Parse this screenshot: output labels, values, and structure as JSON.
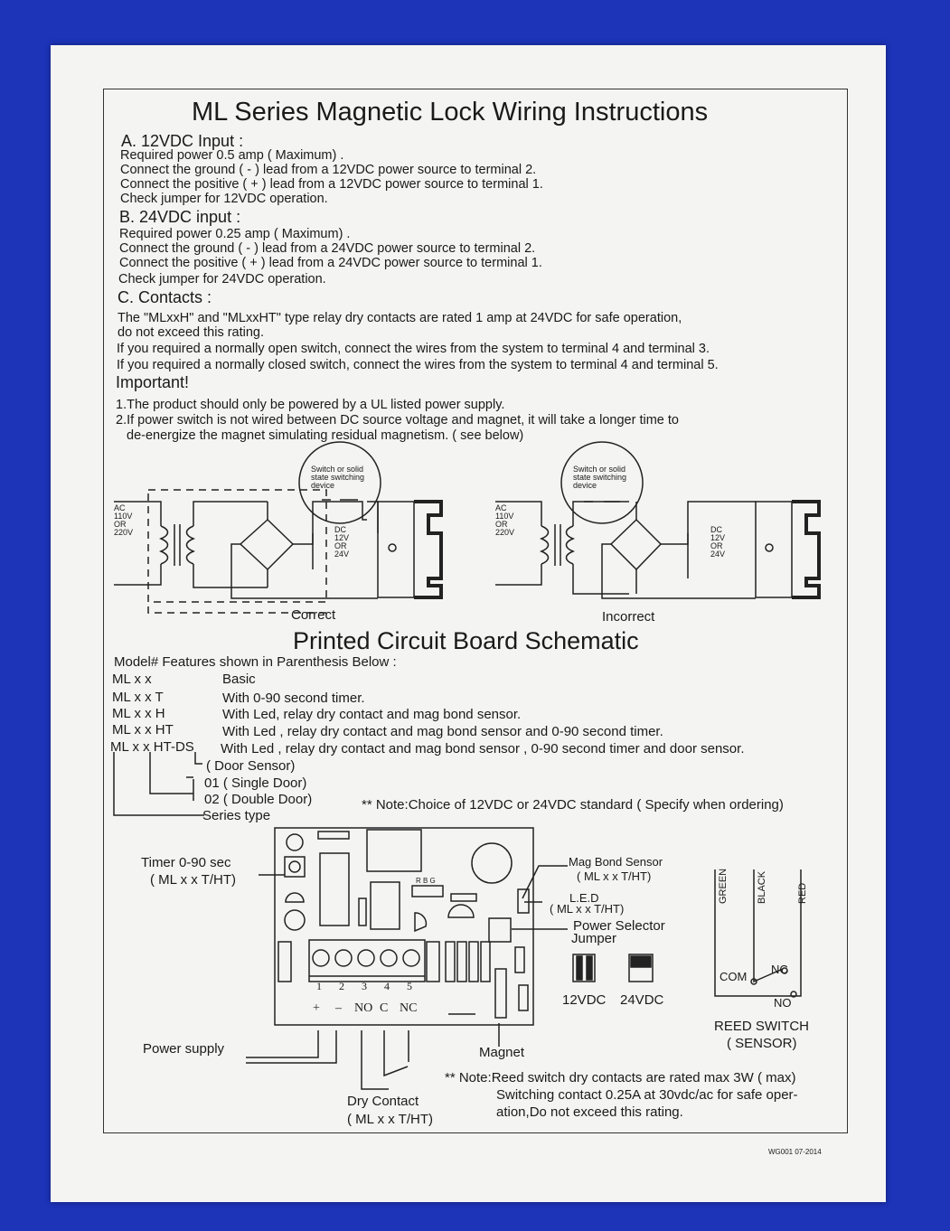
{
  "title": "ML Series Magnetic Lock Wiring Instructions",
  "sections": {
    "a": {
      "heading": "A. 12VDC Input :",
      "lines": [
        "Required power 0.5 amp ( Maximum) .",
        "Connect the ground ( - ) lead from a 12VDC power source to terminal 2.",
        "Connect the positive ( + ) lead from a 12VDC power source to terminal 1.",
        "Check jumper for 12VDC operation."
      ]
    },
    "b": {
      "heading": "B. 24VDC input :",
      "lines": [
        "Required power 0.25 amp ( Maximum) .",
        "Connect the ground ( - ) lead from a 24VDC power source to terminal 2.",
        "Connect the positive ( + ) lead from a 24VDC power source to terminal 1.",
        "Check jumper for 24VDC operation."
      ]
    },
    "c": {
      "heading": "C. Contacts :",
      "lines": [
        "The \"MLxxH\" and \"MLxxHT\" type relay dry contacts are rated 1 amp at 24VDC for safe operation,",
        "do not exceed this rating.",
        "If you required a normally open switch, connect the wires from the system to terminal 4 and terminal 3.",
        "If you required a normally closed switch, connect the wires from the system to terminal 4 and terminal 5."
      ]
    },
    "important": {
      "heading": "Important!",
      "lines": [
        "1.The product should only be powered by a UL listed power supply.",
        "2.If power switch is not wired between DC source voltage and magnet, it will take a longer time to",
        "de-energize the magnet simulating residual magnetism. ( see below)"
      ]
    }
  },
  "circuits": {
    "switch_label": [
      "Switch or solid",
      "state switching",
      "device"
    ],
    "ac_label": [
      "AC",
      "110V",
      "OR",
      "220V"
    ],
    "dc_label": [
      "DC",
      "12V",
      "OR",
      "24V"
    ],
    "correct_caption": "Correct",
    "incorrect_caption": "Incorrect"
  },
  "pcb": {
    "title": "Printed Circuit Board Schematic",
    "model_intro": "Model# Features shown in Parenthesis Below :",
    "models": [
      {
        "code": "ML x x",
        "desc": "Basic"
      },
      {
        "code": "ML x x T",
        "desc": "With 0-90 second timer."
      },
      {
        "code": "ML x x H",
        "desc": "With Led, relay dry contact and mag bond sensor."
      },
      {
        "code": "ML x x HT",
        "desc": "With Led , relay dry contact and mag bond sensor and 0-90 second timer."
      },
      {
        "code": "ML x x HT-DS",
        "desc": "With Led , relay dry contact and mag bond sensor , 0-90 second timer and door sensor."
      }
    ],
    "decode": {
      "door_sensor": "( Door Sensor)",
      "single": "01 ( Single Door)",
      "double": "02 ( Double Door)",
      "series": "Series type"
    },
    "note_voltage": "** Note:Choice of 12VDC or 24VDC standard ( Specify when ordering)",
    "labels": {
      "timer": "Timer 0-90 sec",
      "timer_sub": "( ML x x T/HT)",
      "mag_bond": "Mag Bond Sensor",
      "mag_bond_sub": "( ML x x T/HT)",
      "led": "L.E.D",
      "led_sub": "( ML x x T/HT)",
      "power_selector": "Power Selector",
      "jumper": "Jumper",
      "v12": "12VDC",
      "v24": "24VDC",
      "power_supply": "Power supply",
      "magnet": "Magnet",
      "dry_contact": "Dry Contact",
      "dry_contact_sub": "( ML x x T/HT)",
      "rbg": "R B G",
      "terminals": [
        "1",
        "2",
        "3",
        "4",
        "5"
      ],
      "terminal_signs": [
        "+",
        "–",
        "NO",
        "C",
        "NC"
      ]
    },
    "reed": {
      "wires": [
        "GREEN",
        "BLACK",
        "RED"
      ],
      "com": "COM",
      "nc": "NC",
      "no": "NO",
      "title": "REED SWITCH",
      "sub": "( SENSOR)"
    },
    "note_reed": [
      "** Note:Reed switch dry contacts are rated max 3W ( max)",
      "Switching contact 0.25A at 30vdc/ac for safe oper-",
      "ation,Do not exceed this rating."
    ]
  },
  "footer_code": "WG001 07-2014",
  "colors": {
    "background": "#1d33b8",
    "paper": "#f4f4f2",
    "ink": "#1a1a1a"
  }
}
